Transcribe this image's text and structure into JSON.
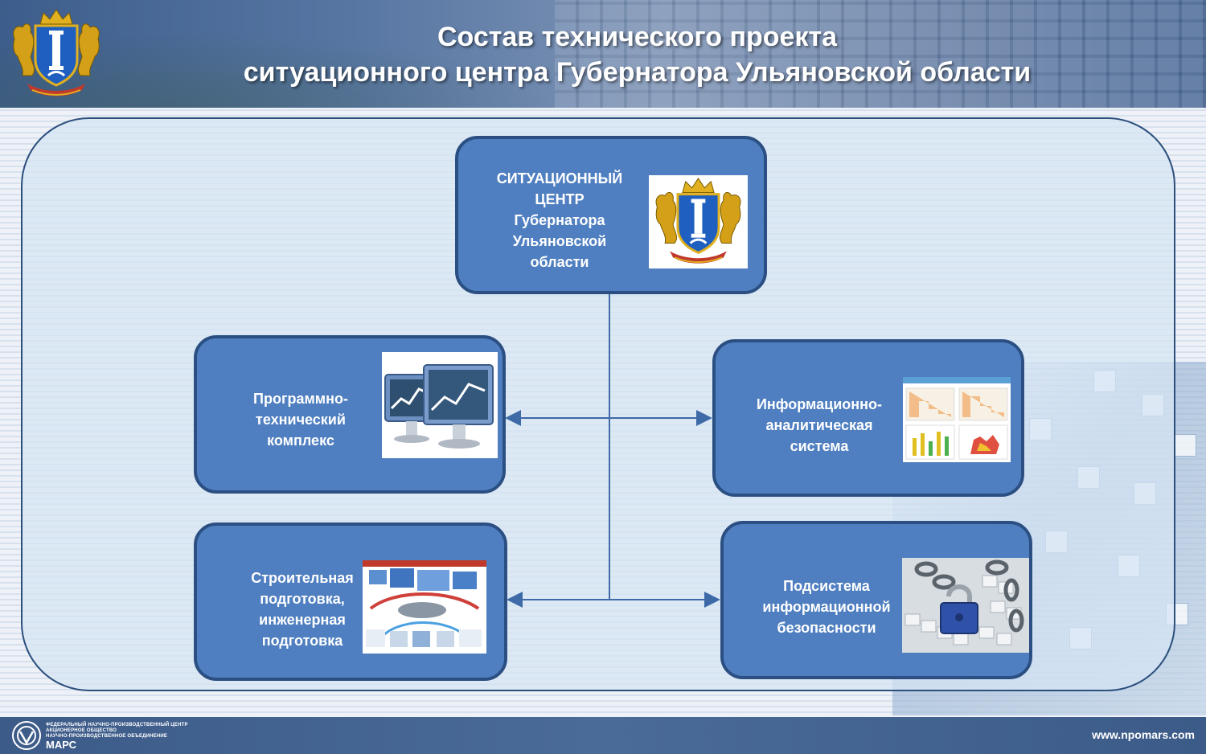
{
  "header": {
    "title_line1": "Состав технического проекта",
    "title_line2": "ситуационного центра Губернатора Ульяновской области"
  },
  "diagram": {
    "center": {
      "text": "СИТУАЦИОННЫЙ\nЦЕНТР\nГубернатора\nУльяновской\nобласти",
      "image": "coat-of-arms"
    },
    "left_top": {
      "text": "Программно-\nтехнический\nкомплекс",
      "image": "monitors-with-charts"
    },
    "right_top": {
      "text": "Информационно-\nаналитическая\nсистема",
      "image": "analytics-dashboard"
    },
    "left_bottom": {
      "text": "Строительная\nподготовка,\nинженерная\nподготовка",
      "image": "situation-room-poster"
    },
    "right_bottom": {
      "text": "Подсистема\nинформационной\nбезопасности",
      "image": "padlock-chain-keyboard"
    }
  },
  "footer": {
    "org_line1": "ФЕДЕРАЛЬНЫЙ НАУЧНО-ПРОИЗВОДСТВЕННЫЙ ЦЕНТР",
    "org_line2": "АКЦИОНЕРНОЕ ОБЩЕСТВО",
    "org_line3": "НАУЧНО-ПРОИЗВОДСТВЕННОЕ ОБЪЕДИНЕНИЕ",
    "brand": "МАРС",
    "url": "www.npomars.com"
  },
  "colors": {
    "node_fill": "#4f7fc0",
    "node_border": "#2b4f82",
    "panel_border": "#2c4f7c",
    "header": "#4a6a98"
  }
}
